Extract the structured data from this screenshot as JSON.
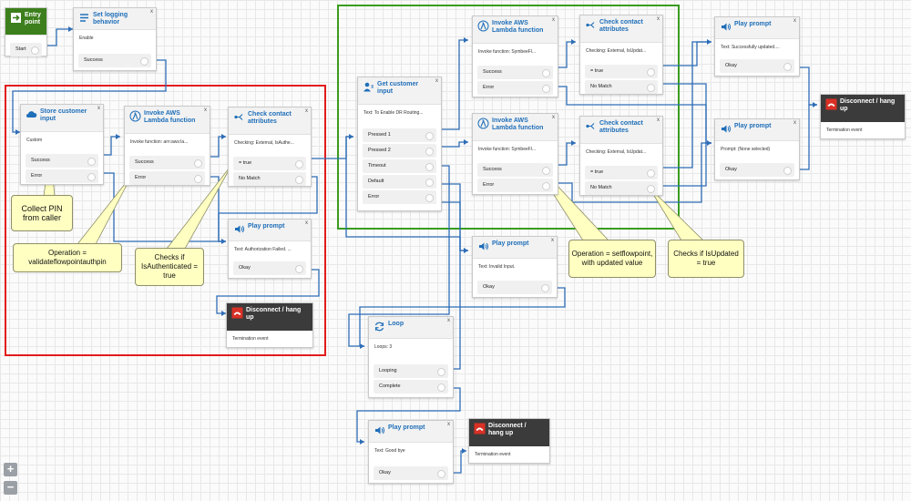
{
  "nodes": {
    "entry": {
      "title": "Entry point",
      "branches": [
        "Start"
      ]
    },
    "set_logging": {
      "title": "Set logging behavior",
      "subtitle": "Enable",
      "branches": [
        "Success"
      ]
    },
    "store_input": {
      "title": "Store customer input",
      "subtitle": "Custom",
      "branches": [
        "Success",
        "Error"
      ]
    },
    "lambda_1": {
      "title": "Invoke AWS Lambda function",
      "subtitle": "Invoke function: arn:aws:la...",
      "branches": [
        "Success",
        "Error"
      ]
    },
    "check_attr_1": {
      "title": "Check contact attributes",
      "subtitle": "Checking: External, IsAuthe...",
      "branches": [
        "= true",
        "No Match"
      ]
    },
    "play_auth_failed": {
      "title": "Play prompt",
      "subtitle": "Text: Authorization Failed. ...",
      "branches": [
        "Okay"
      ]
    },
    "disconnect_1": {
      "title": "Disconnect / hang up",
      "subtitle": "Termination event"
    },
    "get_input": {
      "title": "Get customer input",
      "subtitle": "Text: To Enable DR Routing...",
      "branches": [
        "Pressed 1",
        "Pressed 2",
        "Timeout",
        "Default",
        "Error"
      ]
    },
    "lambda_2": {
      "title": "Invoke AWS Lambda function",
      "subtitle": "Invoke function: SymbeeFl...",
      "branches": [
        "Success",
        "Error"
      ]
    },
    "check_attr_2": {
      "title": "Check contact attributes",
      "subtitle": "Checking: External, IsUpdat...",
      "branches": [
        "= true",
        "No Match"
      ]
    },
    "lambda_3": {
      "title": "Invoke AWS Lambda function",
      "subtitle": "Invoke function: SymbeeFl...",
      "branches": [
        "Success",
        "Error"
      ]
    },
    "check_attr_3": {
      "title": "Check contact attributes",
      "subtitle": "Checking: External, IsUpdat...",
      "branches": [
        "= true",
        "No Match"
      ]
    },
    "play_success": {
      "title": "Play prompt",
      "subtitle": "Text: Successfully updated....",
      "branches": [
        "Okay"
      ]
    },
    "play_none": {
      "title": "Play prompt",
      "subtitle": "Prompt: (None selected)",
      "branches": [
        "Okay"
      ]
    },
    "disconnect_2": {
      "title": "Disconnect / hang up",
      "subtitle": "Termination event"
    },
    "play_invalid": {
      "title": "Play prompt",
      "subtitle": "Text: Invalid Input.",
      "branches": [
        "Okay"
      ]
    },
    "loop": {
      "title": "Loop",
      "subtitle": "Loops: 3",
      "branches": [
        "Looping",
        "Complete"
      ]
    },
    "play_goodbye": {
      "title": "Play prompt",
      "subtitle": "Text: Good bye",
      "branches": [
        "Okay"
      ]
    },
    "disconnect_3": {
      "title": "Disconnect / hang up",
      "subtitle": "Termination event"
    }
  },
  "notes": {
    "collect_pin": "Collect PIN from caller",
    "validate": "Operation = validateflowpointauthpin",
    "checks_auth": "Checks if IsAuthenticated = true",
    "set_flowpoint": "Operation = setflowpoint, with updated value",
    "checks_updated": "Checks if IsUpdated = true"
  },
  "close_glyph": "x",
  "zoom": {
    "in": "+",
    "out": "−"
  },
  "colors": {
    "connector": "#2e6db7",
    "red_group": "#e21c1c",
    "green_group": "#3a9c1f",
    "note_fill": "#ffffc2",
    "entry_head": "#3c7f1c",
    "disconnect_head": "#3b3b3b"
  }
}
